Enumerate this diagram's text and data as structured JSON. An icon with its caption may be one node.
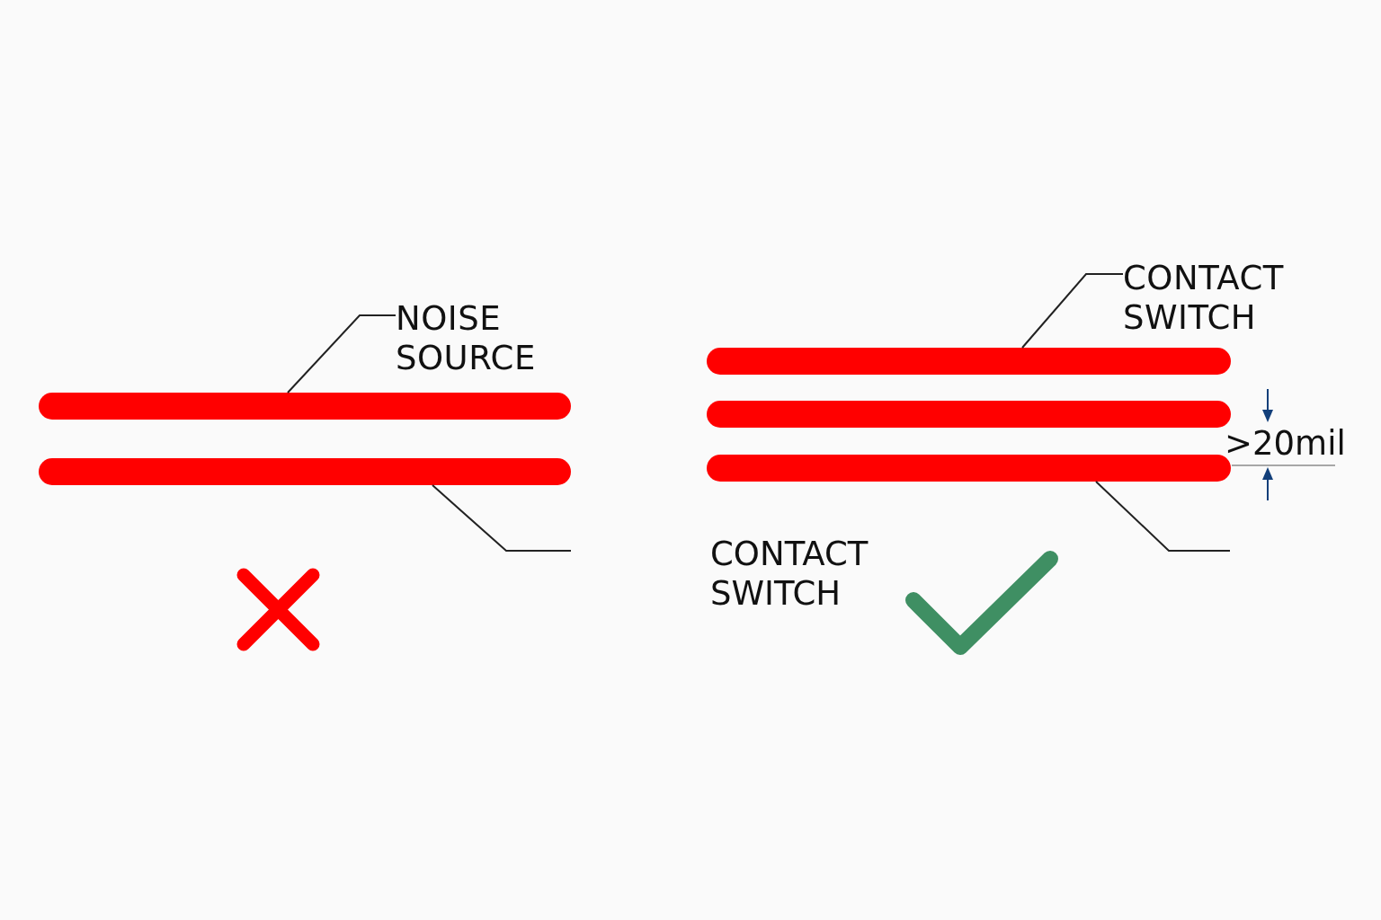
{
  "diagram": {
    "nodes": [
      {
        "text": [
          "NOISE SOURCE"
        ]
      },
      {
        "text": [],
        "shape": "bar"
      },
      {
        "text": [],
        "shape": "bar"
      },
      {
        "text": [
          "CONTACT SWITCH"
        ]
      },
      {
        "text": [],
        "shape": "bar"
      },
      {
        "text": [],
        "shape": "bar"
      },
      {
        "text": [],
        "shape": "bar"
      }
    ],
    "edges": [
      {
        "from": 0,
        "to": 1,
        "arrow": "none"
      },
      {
        "from": 2,
        "to": null,
        "arrow": "none"
      },
      {
        "from": 3,
        "to": 4,
        "arrow": "none"
      },
      {
        "from": 6,
        "to": null,
        "arrow": "none"
      }
    ],
    "labels": [
      "CONTACT SWITCH",
      ">20mil"
    ]
  }
}
